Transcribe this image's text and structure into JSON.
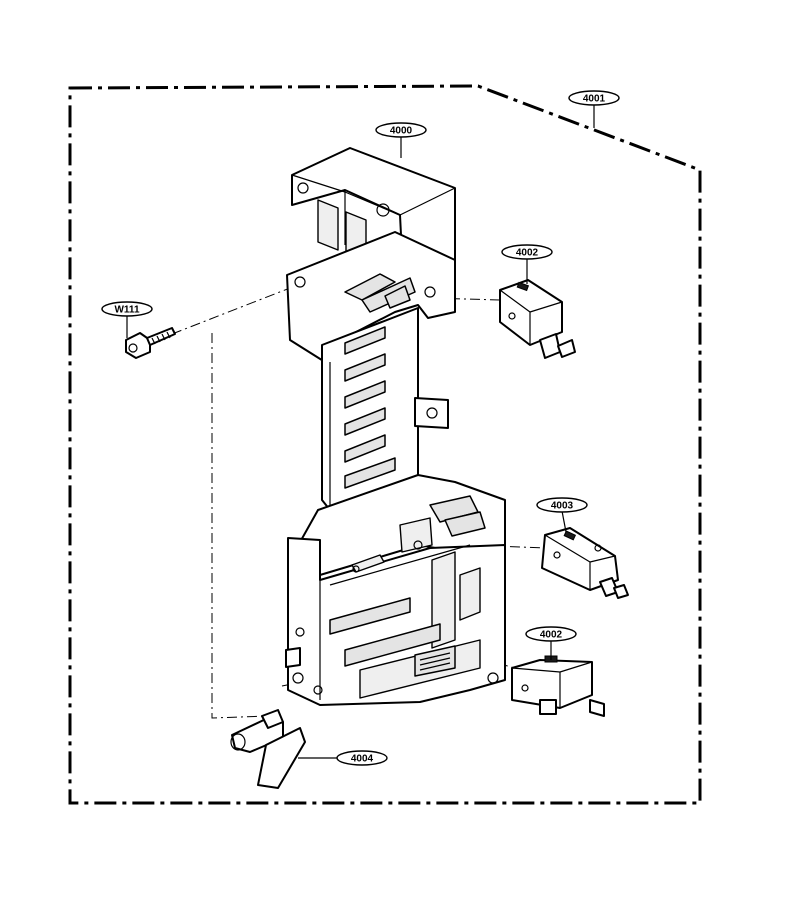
{
  "callouts": {
    "assembly": "4001",
    "frame": "4000",
    "screw": "W111",
    "switch_top": "4002",
    "switch_middle": "4003",
    "switch_bottom": "4002",
    "lever": "4004"
  }
}
